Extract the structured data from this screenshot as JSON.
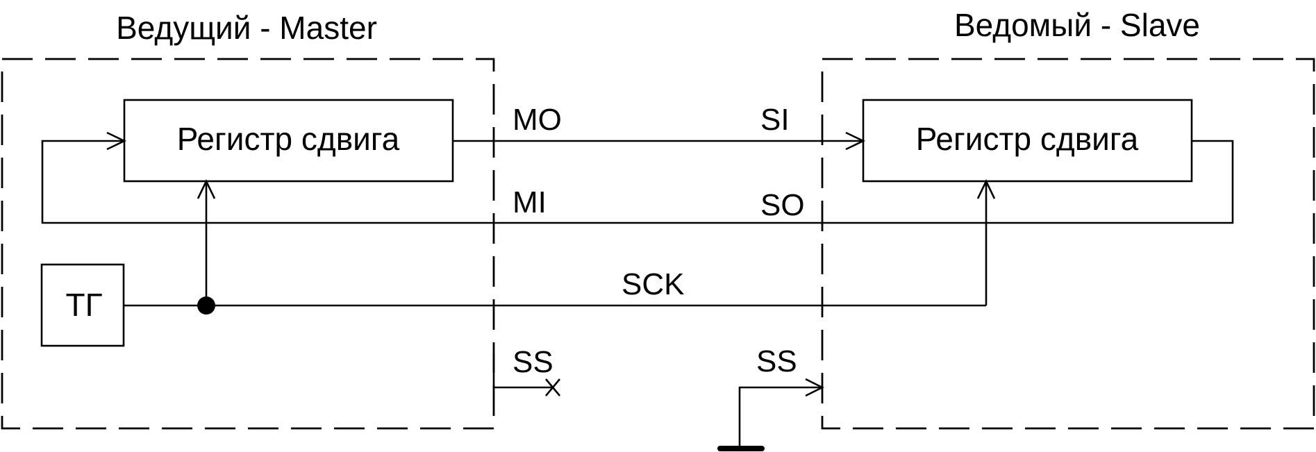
{
  "master": {
    "title": "Ведущий - Master",
    "shift_register_label": "Регистр сдвига",
    "clock_generator_label": "ТГ"
  },
  "slave": {
    "title": "Ведомый - Slave",
    "shift_register_label": "Регистр сдвига"
  },
  "signals": {
    "mo": "MO",
    "si": "SI",
    "mi": "MI",
    "so": "SO",
    "sck": "SCK",
    "ss_master": "SS",
    "ss_slave": "SS"
  }
}
